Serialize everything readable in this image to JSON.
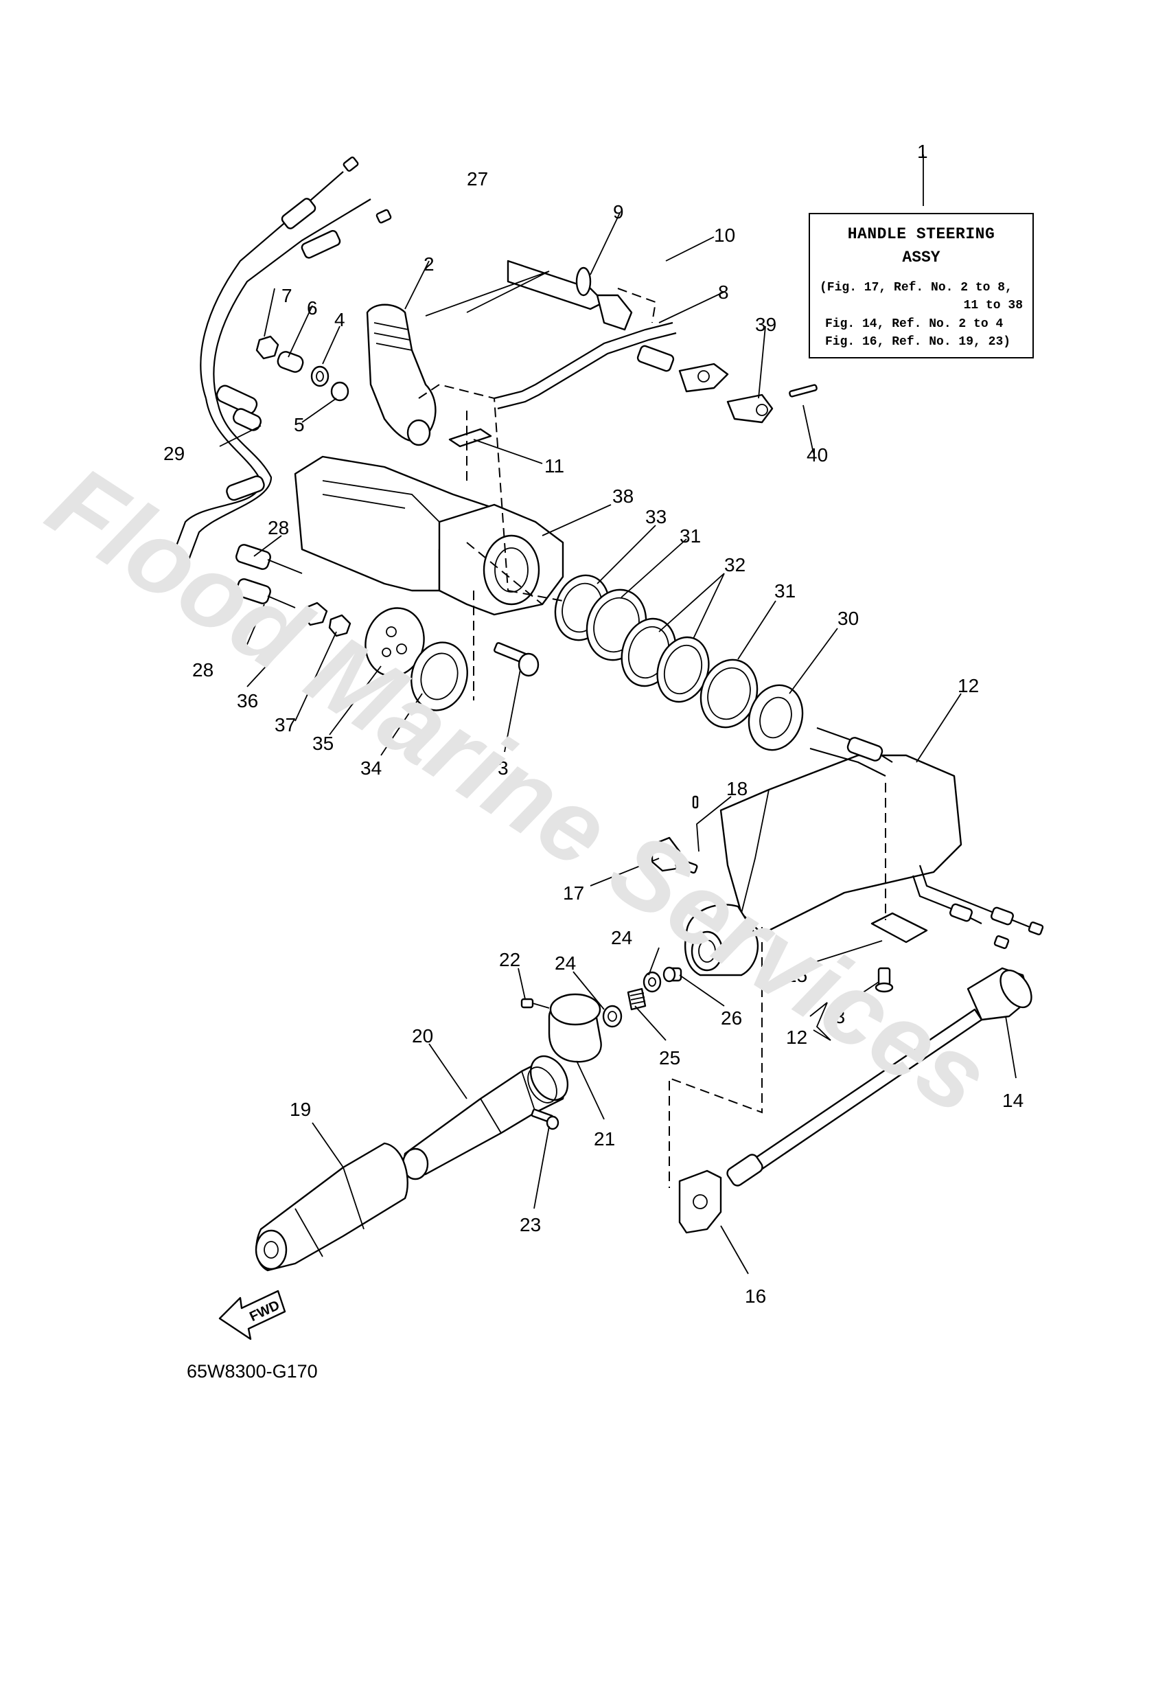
{
  "watermark": "Flood Marine Services",
  "info_box": {
    "title_line1": "HANDLE STEERING",
    "title_line2": "ASSY",
    "ref_line1": "(Fig. 17, Ref. No. 2 to 8,",
    "ref_line1b": "11 to 38",
    "ref_line2": "Fig. 14, Ref. No. 2 to 4",
    "ref_line3": "Fig. 16, Ref. No. 19, 23)"
  },
  "fwd_label": "FWD",
  "diagram_code": "65W8300-G170",
  "callouts": {
    "c1": "1",
    "c2": "2",
    "c3": "3",
    "c4": "4",
    "c5": "5",
    "c6": "6",
    "c7": "7",
    "c8": "8",
    "c9": "9",
    "c10": "10",
    "c11": "11",
    "c12a": "12",
    "c12b": "12",
    "c13": "13",
    "c14": "14",
    "c15": "15",
    "c16": "16",
    "c17": "17",
    "c18": "18",
    "c19": "19",
    "c20": "20",
    "c21": "21",
    "c22": "22",
    "c23": "23",
    "c24a": "24",
    "c24b": "24",
    "c25": "25",
    "c26": "26",
    "c27": "27",
    "c28a": "28",
    "c28b": "28",
    "c29": "29",
    "c30": "30",
    "c31a": "31",
    "c31b": "31",
    "c32": "32",
    "c33": "33",
    "c34": "34",
    "c35": "35",
    "c36": "36",
    "c37": "37",
    "c38": "38",
    "c39": "39",
    "c40": "40"
  }
}
